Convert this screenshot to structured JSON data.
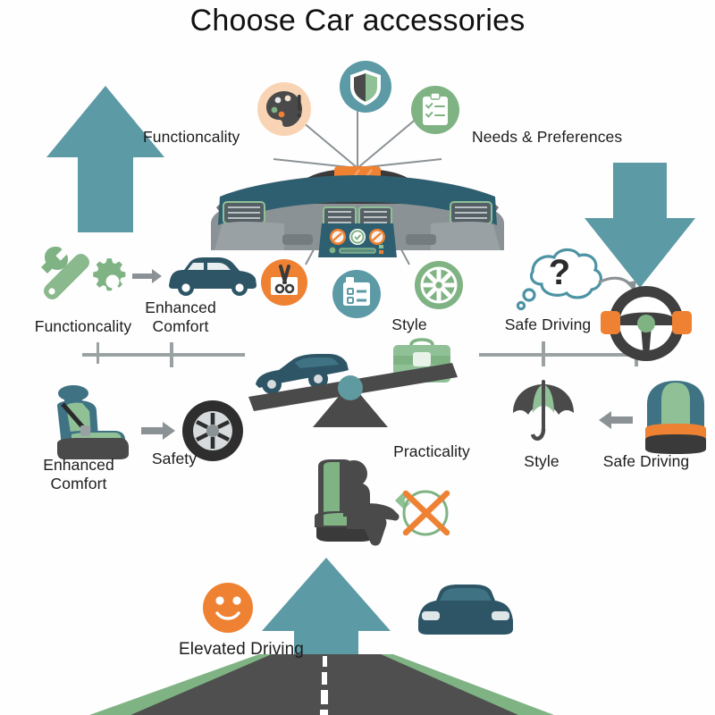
{
  "page": {
    "title": "Choose Car accessories",
    "background": "#fefefe"
  },
  "colors": {
    "teal": "#5c9aa6",
    "teal_dark": "#2d5566",
    "teal_mid": "#3f7384",
    "green": "#7fb383",
    "green_light": "#8fc096",
    "orange": "#ef8133",
    "orange_light": "#f6c49a",
    "peach": "#f9d4b4",
    "gray_dark": "#4a4a4a",
    "gray_mid": "#8b9295",
    "gray_light": "#b9bfc1",
    "text": "#1c1c1c",
    "road": "#4f4f4f",
    "verge": "#7fb383"
  },
  "hub": {
    "name": "car-dashboard",
    "spoke_icons": [
      {
        "id": "palette-icon",
        "label": "palette",
        "circle": "#f9d4b4",
        "glyph": "palette"
      },
      {
        "id": "shield-icon",
        "label": "shield",
        "circle": "#5c9aa6",
        "glyph": "shield"
      },
      {
        "id": "clipboard-icon",
        "label": "clipboard",
        "circle": "#7fb383",
        "glyph": "clipboard"
      },
      {
        "id": "scissors-icon",
        "label": "scissors",
        "circle": "#ef8133",
        "glyph": "scissors"
      },
      {
        "id": "checklist-icon",
        "label": "checklist",
        "circle": "#5c9aa6",
        "glyph": "checklist"
      },
      {
        "id": "wheel-icon",
        "label": "wheel",
        "circle": "#7fb383",
        "glyph": "wheel"
      }
    ]
  },
  "labels": {
    "functioncality_top": "Functioncality",
    "needs_preferences": "Needs & Preferences",
    "functioncality_mid": "Functioncality",
    "enhanced_comfort_mid": "Enhanced\nComfort",
    "style_mid": "Style",
    "safe_driving_mid": "Safe Driving",
    "enhanced_comfort_low": "Enhanced\nComfort",
    "safety_low": "Safety",
    "practicality": "Practicality",
    "style_low": "Style",
    "safe_driving_low": "Safe Driving",
    "elevated_driving": "Elevated Driving"
  },
  "groups": [
    {
      "name": "functionality-group",
      "from_icon": "wrench-gear-icon",
      "arrow": "arrow-right",
      "to_icon": "sedan-car-icon",
      "labels": [
        "Functioncality",
        "Enhanced\nComfort"
      ]
    },
    {
      "name": "comfort-safety-group",
      "from_icon": "car-seat-side-icon",
      "arrow": "arrow-right",
      "to_icon": "tire-wheel-icon",
      "labels": [
        "Enhanced\nComfort",
        "Safety"
      ]
    },
    {
      "name": "balance-group",
      "from_icon": "sports-car-icon",
      "fulcrum": "seesaw-fulcrum",
      "to_icon": "toolbox-icon",
      "labels": [
        "Practicality"
      ]
    },
    {
      "name": "safe-driving-group",
      "from_icon": "thought-bubble-question-icon",
      "arrow": "arrow-curved-right",
      "to_icon": "steering-wheel-icon",
      "labels": [
        "Safe Driving"
      ]
    },
    {
      "name": "style-group",
      "from_icon": "umbrella-icon",
      "arrow": "arrow-left",
      "to_icon": "car-seat-front-icon",
      "labels": [
        "Style",
        "Safe Driving"
      ]
    },
    {
      "name": "elevated-driving-group",
      "icons": [
        "seated-person-icon",
        "no-entry-crossed-icon",
        "smiley-face-icon",
        "car-front-icon",
        "up-arrow-icon",
        "road-icon"
      ],
      "labels": [
        "Elevated Driving"
      ]
    }
  ],
  "arrows": {
    "big_up_left": "up-arrow-large",
    "big_down_right": "down-arrow-large",
    "road_up": "up-arrow-road"
  }
}
